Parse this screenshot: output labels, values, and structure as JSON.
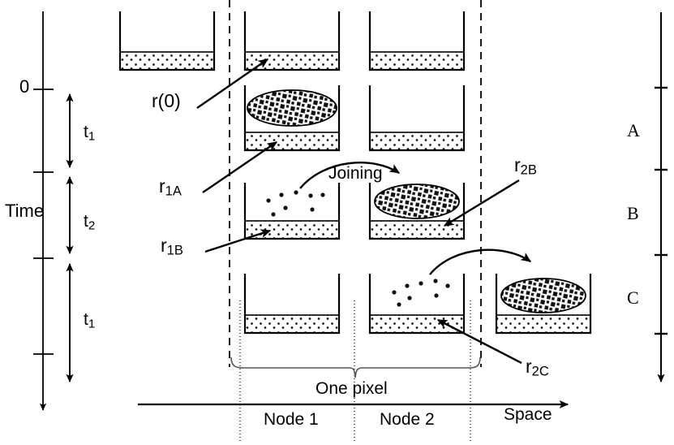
{
  "figure": {
    "type": "schematic-diagram",
    "description": "Time-space schematic of reservoir containers at two nodes across three time phases",
    "background_color": "#ffffff",
    "line_color": "#000000"
  },
  "time_axis": {
    "name": "Time",
    "label": "Time",
    "zero_label": "0",
    "direction": "downward",
    "intervals": [
      {
        "id": "t1-top",
        "label": "t",
        "subscript": "1"
      },
      {
        "id": "t2-mid",
        "label": "t",
        "subscript": "2"
      },
      {
        "id": "t1-bottom",
        "label": "t",
        "subscript": "1"
      }
    ]
  },
  "space_axis": {
    "label": "Space",
    "direction": "rightward",
    "nodes": [
      {
        "label": "Node 1"
      },
      {
        "label": "Node 2"
      }
    ],
    "span_label": "One pixel"
  },
  "phase_axis": {
    "phases": [
      {
        "label": "A"
      },
      {
        "label": "B"
      },
      {
        "label": "C"
      }
    ]
  },
  "annotations": [
    {
      "id": "r0",
      "label": "r",
      "paren": "(0)",
      "subscript": ""
    },
    {
      "id": "r1A",
      "label": "r",
      "paren": "",
      "subscript": "1A"
    },
    {
      "id": "r1B",
      "label": "r",
      "paren": "",
      "subscript": "1B"
    },
    {
      "id": "r2B",
      "label": "r",
      "paren": "",
      "subscript": "2B"
    },
    {
      "id": "r2C",
      "label": "r",
      "paren": "",
      "subscript": "2C"
    },
    {
      "id": "joining",
      "label": "Joining",
      "paren": "",
      "subscript": ""
    }
  ],
  "labels": {
    "time": "Time",
    "zero": "0",
    "t_letter": "t",
    "t1_sub": "1",
    "t2_sub": "2",
    "phase_a": "A",
    "phase_b": "B",
    "phase_c": "C",
    "r_letter": "r",
    "r0_paren": "(0)",
    "sub_1A": "1A",
    "sub_1B": "1B",
    "sub_2B": "2B",
    "sub_2C": "2C",
    "joining": "Joining",
    "one_pixel": "One pixel",
    "node1": "Node 1",
    "node2": "Node 2",
    "space": "Space"
  },
  "rows": [
    {
      "phase": "pre",
      "containers": [
        {
          "node": "0",
          "fill": "speckled",
          "ellipse": false,
          "scatter": false
        },
        {
          "node": "1",
          "fill": "speckled",
          "ellipse": false,
          "scatter": false
        },
        {
          "node": "2",
          "fill": "speckled",
          "ellipse": false,
          "scatter": false
        }
      ]
    },
    {
      "phase": "A",
      "containers": [
        {
          "node": "1",
          "fill": "speckled",
          "ellipse": true,
          "scatter": false
        },
        {
          "node": "2",
          "fill": "speckled",
          "ellipse": false,
          "scatter": false
        }
      ]
    },
    {
      "phase": "B",
      "containers": [
        {
          "node": "1",
          "fill": "speckled",
          "ellipse": false,
          "scatter": true
        },
        {
          "node": "2",
          "fill": "speckled",
          "ellipse": true,
          "scatter": false
        }
      ]
    },
    {
      "phase": "C",
      "containers": [
        {
          "node": "1",
          "fill": "speckled",
          "ellipse": false,
          "scatter": false
        },
        {
          "node": "2",
          "fill": "speckled",
          "ellipse": false,
          "scatter": true
        },
        {
          "node": "3",
          "fill": "speckled",
          "ellipse": true,
          "scatter": false
        }
      ]
    }
  ]
}
